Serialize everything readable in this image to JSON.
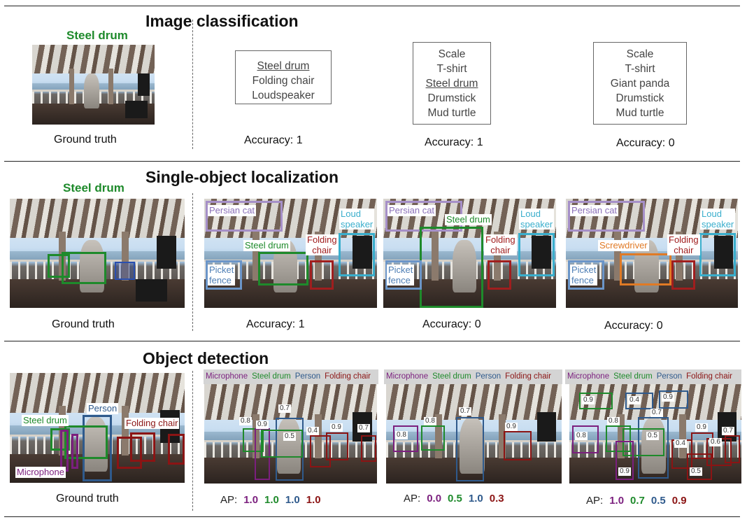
{
  "colors": {
    "green": "#1e8a2b",
    "purple": "#7b1f7e",
    "blue": "#2f5a8c",
    "red": "#8b1414",
    "lavender": "#a690c8",
    "steel": "#6b95c8",
    "cyan": "#3aaecc",
    "orange": "#e07a25",
    "darkred": "#a01e1e"
  },
  "classification": {
    "title": "Image classification",
    "gt_label": "Steel drum",
    "gt_caption": "Ground truth",
    "predictions": [
      {
        "items": [
          "Steel drum",
          "Folding chair",
          "Loudspeaker"
        ],
        "accuracy": "Accuracy: 1"
      },
      {
        "items": [
          "Scale",
          "T-shirt",
          "Steel drum",
          "Drumstick",
          "Mud turtle"
        ],
        "accuracy": "Accuracy: 1"
      },
      {
        "items": [
          "Scale",
          "T-shirt",
          "Giant panda",
          "Drumstick",
          "Mud turtle"
        ],
        "accuracy": "Accuracy: 0"
      }
    ]
  },
  "localization": {
    "title": "Single-object localization",
    "gt_label": "Steel drum",
    "gt_caption": "Ground truth",
    "labels": {
      "persian_cat": "Persian cat",
      "loud": "Loud",
      "speaker": "speaker",
      "steel_drum": "Steel drum",
      "folding": "Folding",
      "chair": "chair",
      "picket": "Picket",
      "fence": "fence",
      "screwdriver": "Screwdriver"
    },
    "accuracies": [
      "Accuracy: 1",
      "Accuracy: 0",
      "Accuracy: 0"
    ]
  },
  "detection": {
    "title": "Object detection",
    "gt_caption": "Ground truth",
    "gt_labels": {
      "person": "Person",
      "steel_drum": "Steel drum",
      "folding_chair": "Folding chair",
      "microphone": "Microphone"
    },
    "legend": [
      "Microphone",
      "Steel drum",
      "Person",
      "Folding chair"
    ],
    "ap_prefix": "AP:",
    "results": [
      {
        "ap": [
          "1.0",
          "1.0",
          "1.0",
          "1.0"
        ],
        "scores": [
          "0.7",
          "0.8",
          "0.9",
          "0.5",
          "0.4",
          "0.9",
          "0.7"
        ]
      },
      {
        "ap": [
          "0.0",
          "0.5",
          "1.0",
          "0.3"
        ],
        "scores": [
          "0.7",
          "0.8",
          "0.8",
          "0.9"
        ]
      },
      {
        "ap": [
          "1.0",
          "0.7",
          "0.5",
          "0.9"
        ],
        "scores": [
          "0.9",
          "0.4",
          "0.9",
          "0.7",
          "0.8",
          "0.8",
          "0.5",
          "0.9",
          "0.9",
          "0.4",
          "0.6",
          "0.7",
          "0.5"
        ]
      }
    ]
  }
}
